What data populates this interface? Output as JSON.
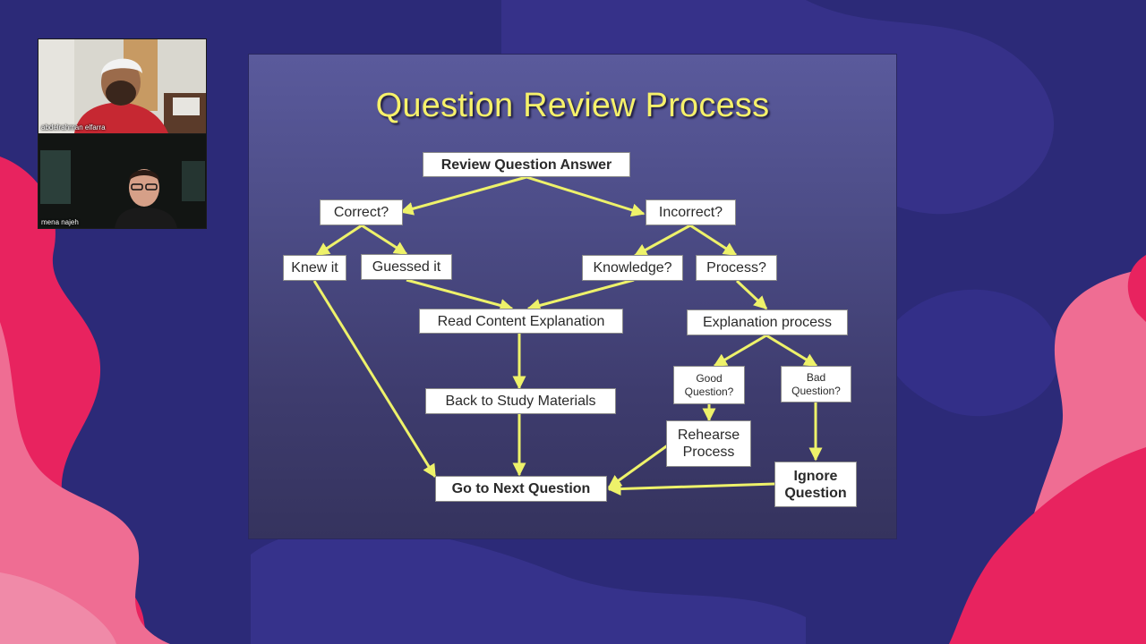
{
  "participants": [
    {
      "name": "abdelrahman elfarra"
    },
    {
      "name": "mena najeh"
    }
  ],
  "slide": {
    "title": "Question Review Process",
    "nodes": {
      "review": "Review Question Answer",
      "correct": "Correct?",
      "incorrect": "Incorrect?",
      "knew": "Knew it",
      "guessed": "Guessed it",
      "knowledge": "Knowledge?",
      "process": "Process?",
      "read": "Read Content Explanation",
      "explanation": "Explanation process",
      "good": "Good\nQuestion?",
      "bad": "Bad\nQuestion?",
      "back": "Back to Study Materials",
      "rehearse": "Rehearse\nProcess",
      "next": "Go to Next Question",
      "ignore": "Ignore\nQuestion"
    }
  },
  "colors": {
    "background": "#2c2a78",
    "blob_pink": "#e8235f",
    "blob_light": "#ef6d93",
    "title": "#f6f16a",
    "arrow": "#eef26a"
  }
}
